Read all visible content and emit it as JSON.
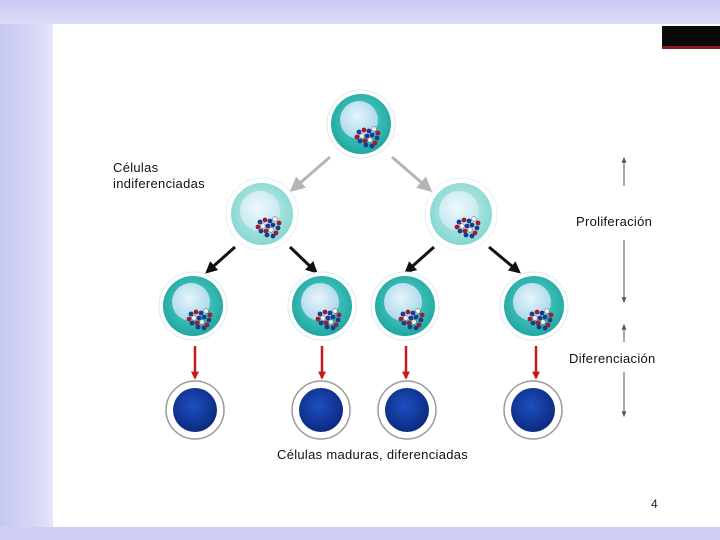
{
  "labels": {
    "undifferentiated_line1": "Células",
    "undifferentiated_line2": "indiferenciadas",
    "proliferation": "Proliferación",
    "differentiation": "Diferenciación",
    "mature": "Células maduras, diferenciadas"
  },
  "slide": {
    "page_number": "4"
  },
  "colors": {
    "stem_cell_ring": "#2fb7b0",
    "pale_cell_ring": "#9fe0dc",
    "mature_cell": "#0b2e8c",
    "arrow_gray": "#b5b5b5",
    "arrow_black": "#111111",
    "arrow_red": "#c41a1a",
    "slide_background": "#ffffff",
    "frame": "#dadbf7"
  }
}
